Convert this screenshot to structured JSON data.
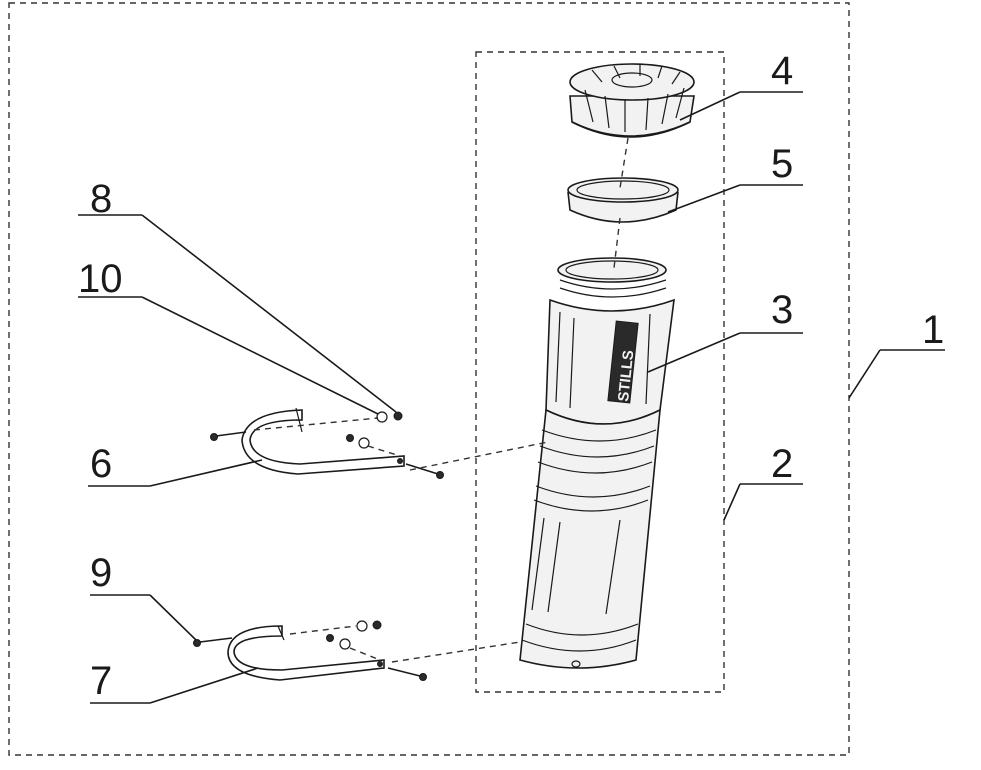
{
  "diagram": {
    "callouts": [
      {
        "id": "1",
        "label": "1"
      },
      {
        "id": "2",
        "label": "2"
      },
      {
        "id": "3",
        "label": "3"
      },
      {
        "id": "4",
        "label": "4"
      },
      {
        "id": "5",
        "label": "5"
      },
      {
        "id": "6",
        "label": "6"
      },
      {
        "id": "7",
        "label": "7"
      },
      {
        "id": "8",
        "label": "8"
      },
      {
        "id": "9",
        "label": "9"
      },
      {
        "id": "10",
        "label": "10"
      }
    ],
    "body_lettering": "STILLS",
    "line_color": "#1a1a1a",
    "background": "#ffffff"
  }
}
